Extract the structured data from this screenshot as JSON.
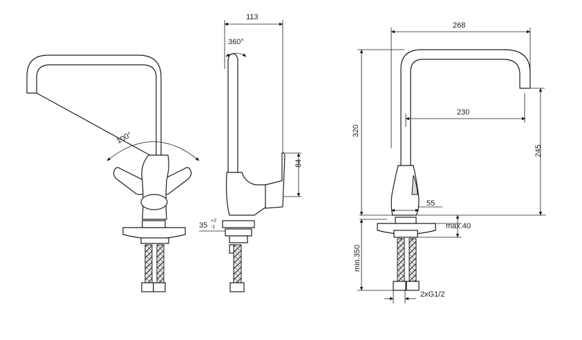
{
  "dimensions": {
    "swivel": "360°",
    "lever_angle": "100°",
    "width": "113",
    "lever_height": "84",
    "deck_sup": "+2",
    "deck_sub": "-1",
    "deck_base": "35",
    "total_width": "268",
    "height": "320",
    "reach": "230",
    "spout_height": "245",
    "base_width": "55",
    "deck_max": "max.40",
    "hose_min": "min.350",
    "connection": "2xG1/2"
  },
  "colors": {
    "stroke": "#1a1a1a",
    "background": "#ffffff",
    "hose": "#d9d9d9"
  }
}
